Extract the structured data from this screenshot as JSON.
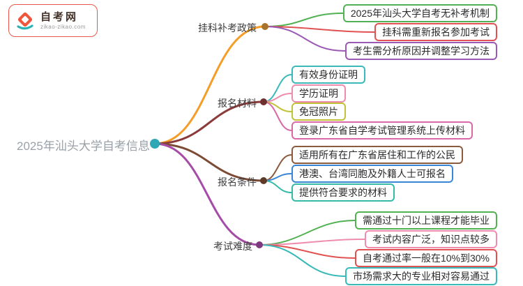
{
  "logo": {
    "title": "自考网",
    "subtitle": "zikao-zikao.com",
    "icon": "graduation-book-icon",
    "border_color": "#e8574a",
    "icon_colors": {
      "primary": "#f0563c",
      "accent": "#2ab3b5"
    }
  },
  "central": {
    "label": "2025年汕头大学自考信息",
    "text_color": "#99a1a8",
    "dot_color": "#2fa8b5"
  },
  "branches": [
    {
      "label": "挂科补考政策",
      "color": "#f59d27",
      "dot_color": "#a8742c",
      "leaves": [
        {
          "label": "2025年汕头大学自考无补考机制",
          "color": "#52b153"
        },
        {
          "label": "挂科需重新报名参加考试",
          "color": "#e05252"
        },
        {
          "label": "考生需分析原因并调整学习方法",
          "color": "#9b59b6"
        }
      ]
    },
    {
      "label": "报名材料",
      "color": "#8c3b3b",
      "dot_color": "#6e2f2f",
      "leaves": [
        {
          "label": "有效身份证明",
          "color": "#39b9b9"
        },
        {
          "label": "学历证明",
          "color": "#ef8cae"
        },
        {
          "label": "免冠照片",
          "color": "#c2c23a"
        },
        {
          "label": "登录广东省自学考试管理系统上传材料",
          "color": "#d868a8"
        }
      ]
    },
    {
      "label": "报名条件",
      "color": "#7b4b35",
      "dot_color": "#5e3a28",
      "leaves": [
        {
          "label": "适用所有在广东省居住和工作的公民",
          "color": "#8c5a3c"
        },
        {
          "label": "港澳、台湾同胞及外籍人士可报名",
          "color": "#3a86d6"
        },
        {
          "label": "提供符合要求的材料",
          "color": "#35b9a9"
        }
      ]
    },
    {
      "label": "考试难度",
      "color": "#a64ca6",
      "dot_color": "#7d3a7d",
      "leaves": [
        {
          "label": "需通过十门以上课程才能毕业",
          "color": "#52b153"
        },
        {
          "label": "考试内容广泛，知识点较多",
          "color": "#ef8cae"
        },
        {
          "label": "自考通过率一般在10%到30%",
          "color": "#e05252"
        },
        {
          "label": "市场需求大的专业相对容易通过",
          "color": "#39b9b9"
        }
      ]
    }
  ]
}
